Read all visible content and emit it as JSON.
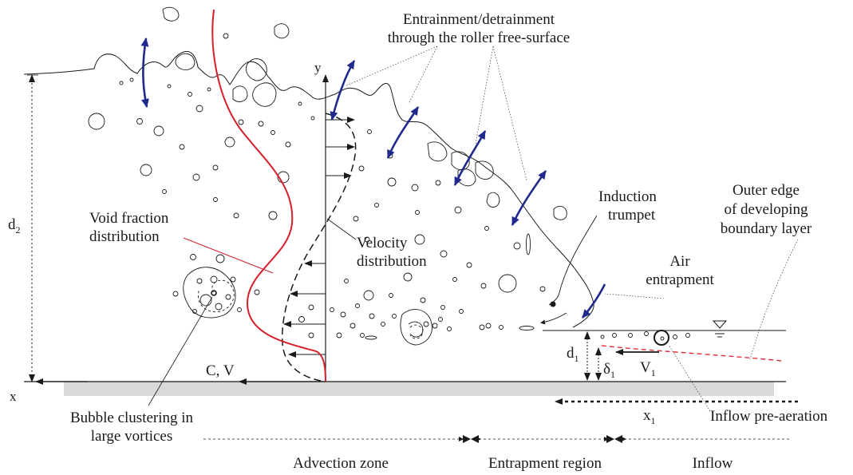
{
  "labels": {
    "entrainment_line1": "Entrainment/detrainment",
    "entrainment_line2": "through the roller free-surface",
    "y_axis": "y",
    "x_axis": "x",
    "d2_base": "d",
    "d2_sub": "2",
    "void_line1": "Void fraction",
    "void_line2": "distribution",
    "velocity_line1": "Velocity",
    "velocity_line2": "distribution",
    "induction_line1": "Induction",
    "induction_line2": "trumpet",
    "outer_line1": "Outer edge",
    "outer_line2": "of developing",
    "outer_line3": "boundary layer",
    "air_line1": "Air",
    "air_line2": "entrapment",
    "cv": "C, V",
    "d1_base": "d",
    "d1_sub": "1",
    "delta1_base": "δ",
    "delta1_sub": "1",
    "v1_base": "V",
    "v1_sub": "1",
    "x1_base": "x",
    "x1_sub": "1",
    "inflow_preaeration": "Inflow pre-aeration",
    "bubble_line1": "Bubble clustering in",
    "bubble_line2": "large vortices",
    "zone_advection": "Advection zone",
    "zone_entrapment": "Entrapment region",
    "zone_inflow": "Inflow"
  },
  "colors": {
    "ink": "#1a1a1a",
    "void_curve": "#d6202b",
    "entrainment_arrows": "#1f2a8c",
    "boundary_layer": "#e0303a",
    "channel_bed": "#d9d9d9"
  }
}
